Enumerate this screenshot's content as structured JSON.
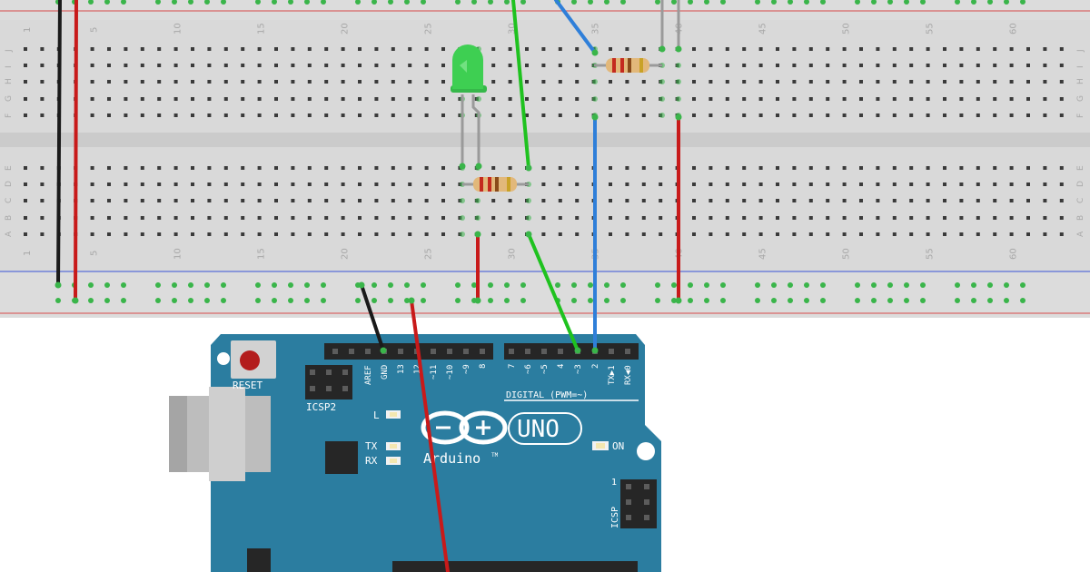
{
  "breadboard": {
    "column_numbers_top": [
      "1",
      "5",
      "10",
      "15",
      "20",
      "25",
      "30",
      "35",
      "40",
      "45",
      "50",
      "55",
      "60"
    ],
    "column_numbers_bottom": [
      "1",
      "5",
      "10",
      "15",
      "20",
      "25",
      "30",
      "35",
      "40",
      "45",
      "50",
      "55",
      "60"
    ],
    "row_letters_top": [
      "J",
      "I",
      "H",
      "G",
      "F"
    ],
    "row_letters_bottom": [
      "E",
      "D",
      "C",
      "B",
      "A"
    ]
  },
  "arduino": {
    "reset_label": "RESET",
    "icsp2_label": "ICSP2",
    "icsp_label": "ICSP",
    "icsp_pin1": "1",
    "digital_label": "DIGITAL (PWM=~)",
    "led_l": "L",
    "led_tx": "TX",
    "led_rx": "RX",
    "on_label": "ON",
    "brand": "Arduino",
    "tm": "TM",
    "model": "UNO",
    "header_pins": [
      "AREF",
      "GND",
      "13",
      "12",
      "~11",
      "~10",
      "~9",
      "8",
      "7",
      "~6",
      "~5",
      "4",
      "~3",
      "2",
      "TX▶1",
      "RX◀0"
    ]
  },
  "colors": {
    "board_blue": "#2b7da0",
    "breadboard_gray": "#d7d7d7",
    "wire_red": "#c81a1a",
    "wire_black": "#1a1a1a",
    "wire_green": "#1fc21f",
    "wire_blue": "#2f7fd9",
    "led_green": "#3ecf52"
  }
}
